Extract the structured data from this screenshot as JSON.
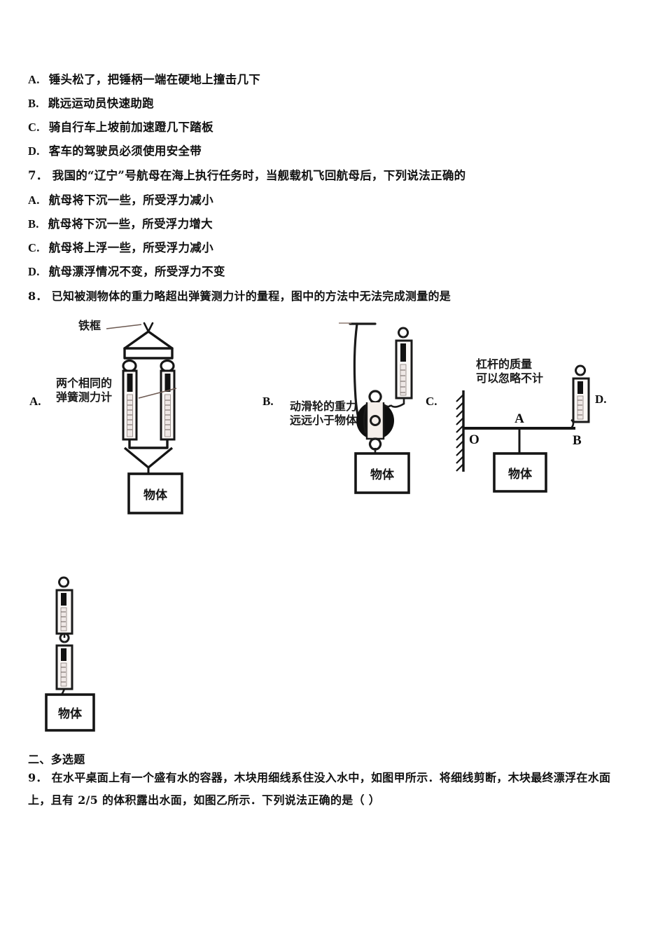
{
  "document": {
    "subject_hint": "physics-exam-paper",
    "ink_color": "#111111",
    "page_background": "#ffffff"
  },
  "q6_options": [
    {
      "label": "A.",
      "text": "锤头松了，把锤柄一端在硬地上撞击几下"
    },
    {
      "label": "B.",
      "text": "跳远运动员快速助跑"
    },
    {
      "label": "C.",
      "text": "骑自行车上坡前加速蹬几下踏板"
    },
    {
      "label": "D.",
      "text": "客车的驾驶员必须使用安全带"
    }
  ],
  "q7": {
    "number": "7．",
    "stem": "我国的“辽宁”号航母在海上执行任务时，当舰载机飞回航母后，下列说法正确的",
    "options": [
      {
        "label": "A.",
        "text": "航母将下沉一些，所受浮力减小"
      },
      {
        "label": "B.",
        "text": "航母将下沉一些，所受浮力增大"
      },
      {
        "label": "C.",
        "text": "航母将上浮一些，所受浮力减小"
      },
      {
        "label": "D.",
        "text": "航母漂浮情况不变，所受浮力不变"
      }
    ]
  },
  "q8": {
    "number": "8．",
    "stem": "已知被测物体的重力略超出弹簧测力计的量程，图中的方法中无法完成测量的是",
    "choices": [
      {
        "letter": "A.",
        "diagram": "iron-frame-two-spring-scales",
        "annotations": [
          "铁框",
          "两个相同的",
          "弹簧测力计"
        ],
        "object_label": "物体"
      },
      {
        "letter": "B.",
        "diagram": "movable-pulley-with-spring-scale",
        "annotations": [
          "动滑轮的重力",
          "远远小于物体"
        ],
        "object_label": "物体"
      },
      {
        "letter": "C.",
        "diagram": "lever-on-wall-with-spring-scale",
        "annotations": [
          "杠杆的质量",
          "可以忽略不计"
        ],
        "point_labels": [
          "O",
          "A",
          "B"
        ],
        "object_label": "物体"
      },
      {
        "letter": "D.",
        "diagram": "two-spring-scales-in-series",
        "annotations": [],
        "object_label": "物体"
      }
    ]
  },
  "section2": {
    "heading": "二、多选题",
    "q9_number": "9．",
    "q9_line1": "在水平桌面上有一个盛有水的容器，木块用细线系住没入水中，如图甲所示．将细线剪断，木块最终漂浮在水面",
    "q9_line2": "上，且有 2/5 的体积露出水面，如图乙所示．下列说法正确的是（  ）"
  }
}
